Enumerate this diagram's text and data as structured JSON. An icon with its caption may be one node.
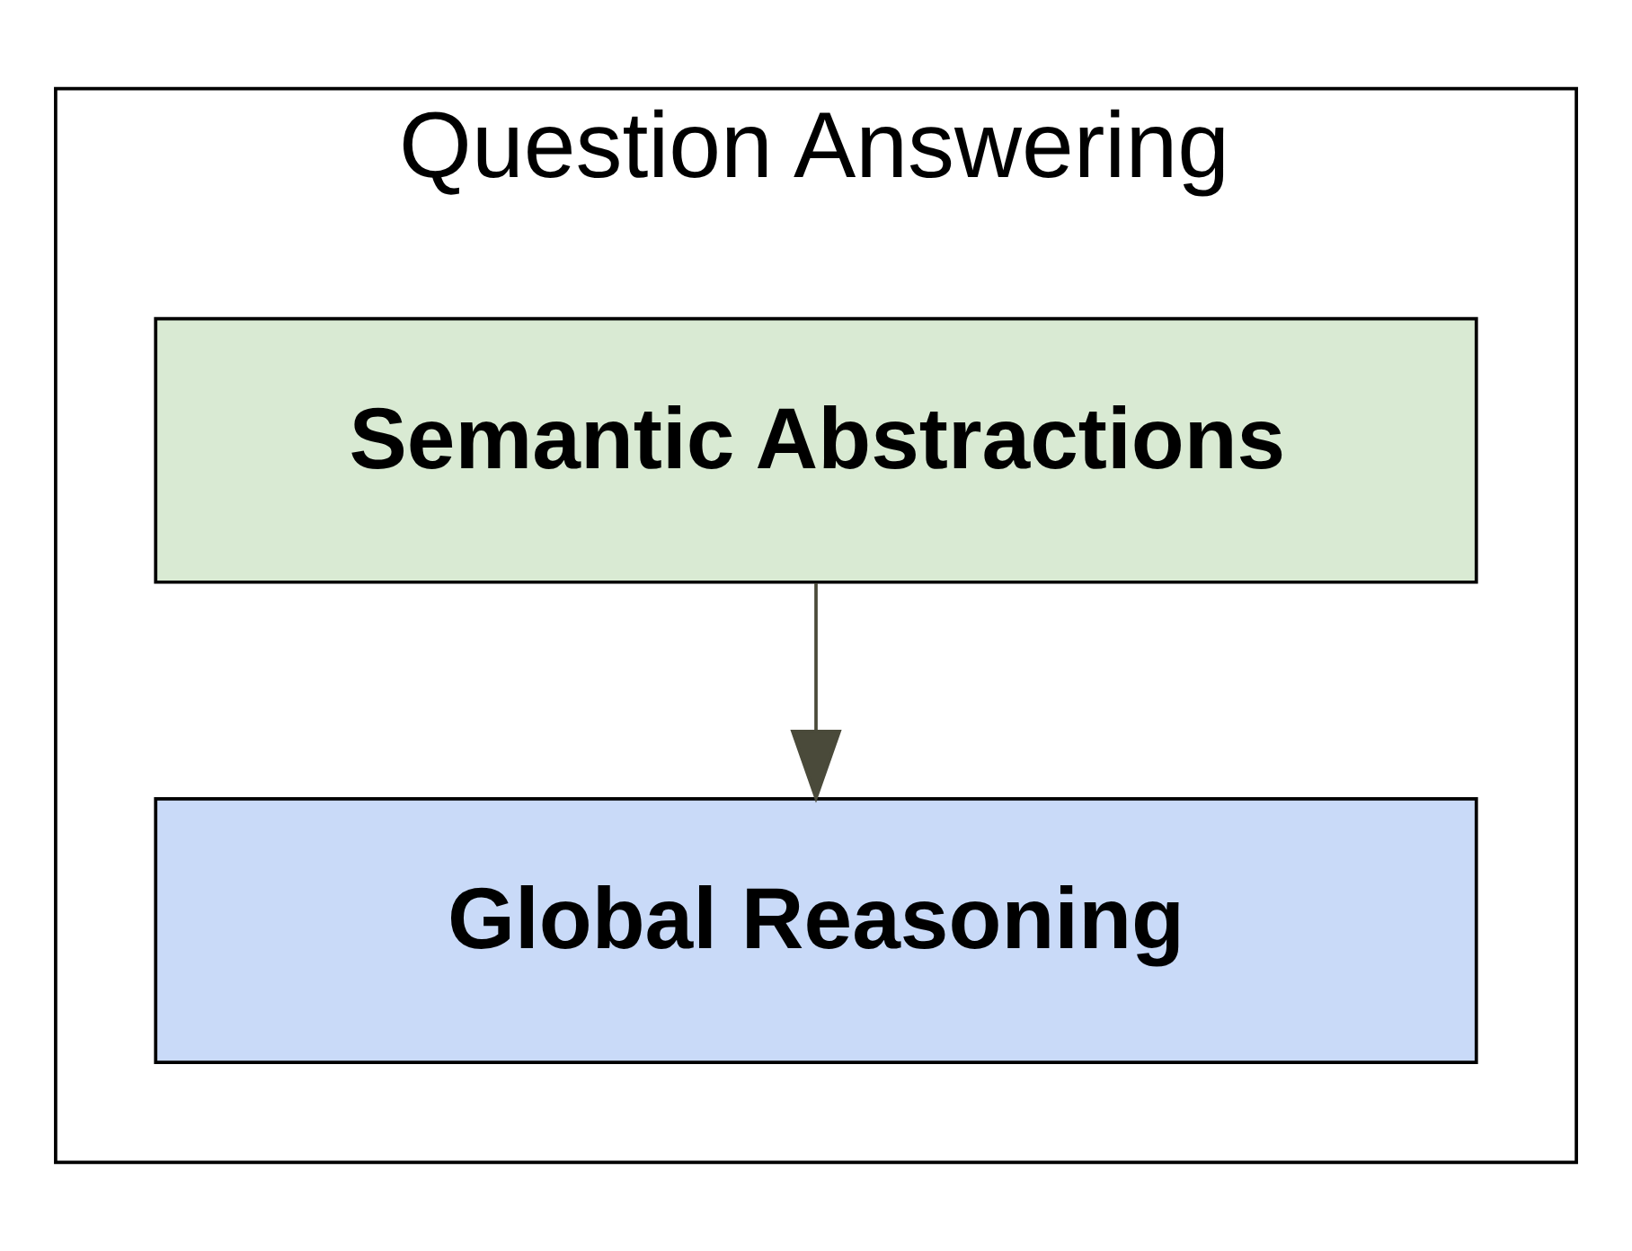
{
  "diagram": {
    "nodes": [
      {
        "text": [
          "Question Answering"
        ]
      },
      {
        "text": [
          "Semantic Abstractions"
        ],
        "in": 0
      },
      {
        "text": [
          "Global Reasoning"
        ],
        "in": 0
      }
    ],
    "edges": [
      {
        "from": 1,
        "to": 2,
        "arrow": "to"
      }
    ]
  }
}
